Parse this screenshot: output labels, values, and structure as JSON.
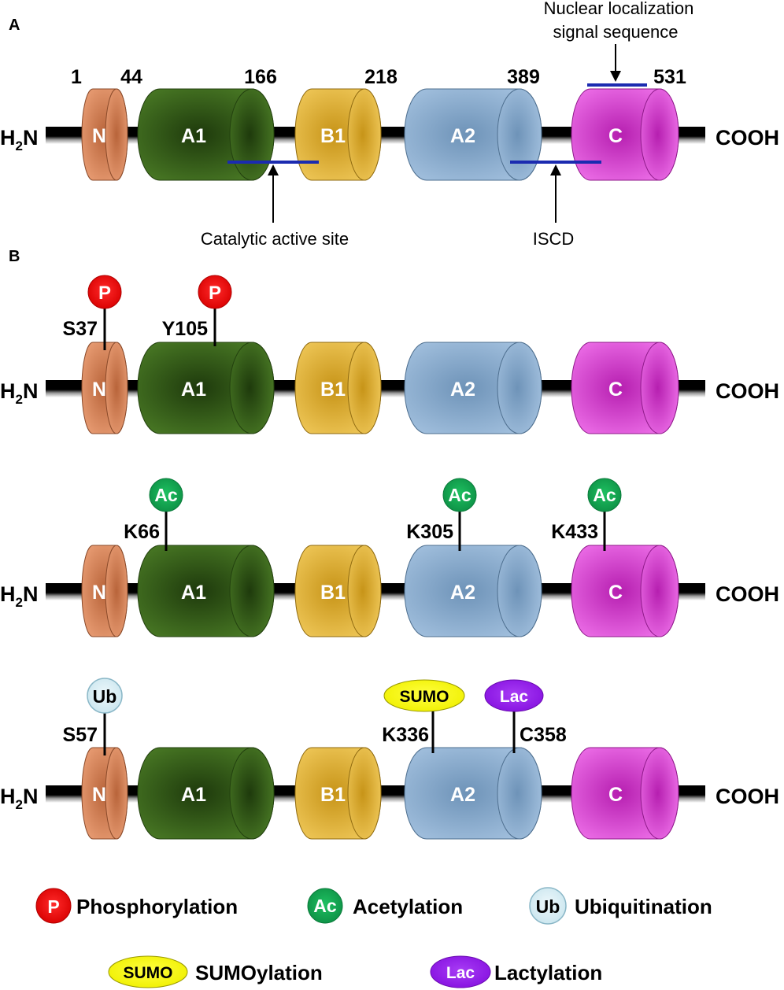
{
  "panel_a": {
    "label": "A",
    "positions": [
      "1",
      "44",
      "166",
      "218",
      "389",
      "531"
    ],
    "nls_label_line1": "Nuclear localization",
    "nls_label_line2": "signal sequence",
    "catalytic_label": "Catalytic active site",
    "iscd_label": "ISCD"
  },
  "panel_b": {
    "label": "B"
  },
  "chain": {
    "n_term_main": "H",
    "n_term_sub": "2",
    "n_term_tail": "N",
    "c_term": "COOH",
    "domains": [
      "N",
      "A1",
      "B1",
      "A2",
      "C"
    ]
  },
  "sites": {
    "phospho": [
      "S37",
      "Y105"
    ],
    "acetyl": [
      "K66",
      "K305",
      "K433"
    ],
    "ubiq": "S57",
    "sumo": "K336",
    "lac": "C358"
  },
  "marks": {
    "p": "P",
    "ac": "Ac",
    "ub": "Ub",
    "sumo": "SUMO",
    "lac": "Lac"
  },
  "legend": {
    "phosphorylation": "Phosphorylation",
    "acetylation": "Acetylation",
    "ubiquitination": "Ubiquitination",
    "sumoylation": "SUMOylation",
    "lactylation": "Lactylation"
  },
  "colors": {
    "domain_n": "#e3956a",
    "domain_a1": "#3e6b1e",
    "domain_b1": "#edc04a",
    "domain_a2": "#8fb3d6",
    "domain_c": "#e84fe3",
    "phospho": "#ee1111",
    "acetyl": "#16a653",
    "ubiq": "#d9eef4",
    "sumo": "#ffff22",
    "lac": "#9922ee",
    "annotation_line": "#1b2bb0"
  }
}
